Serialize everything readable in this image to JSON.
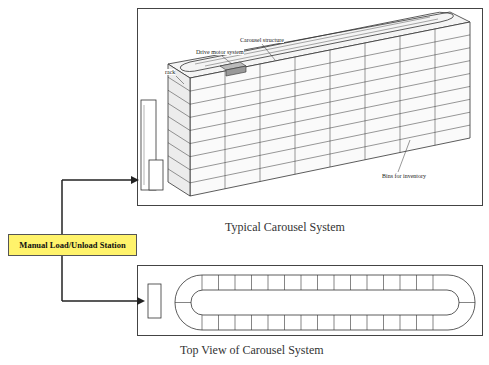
{
  "diagram": {
    "nodes": [
      {
        "text": [
          "Manual Load/Unload Station"
        ]
      }
    ],
    "labels": [
      "Carousel structure",
      "Drive motor system",
      "rack",
      "Bins for inventory",
      "Typical Carousel System",
      "Top View of Carousel System"
    ]
  }
}
